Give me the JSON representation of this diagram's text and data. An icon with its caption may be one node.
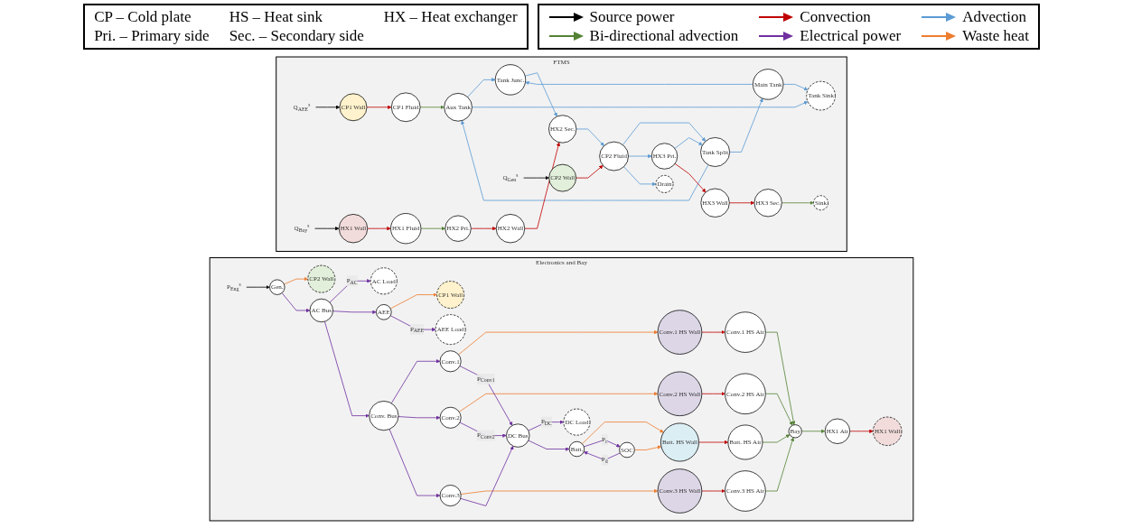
{
  "diagram": {
    "nodes": [
      {
        "text": [
          "Electronics and Bay"
        ]
      },
      {
        "text": [
          "P$_{Eng}$$^{s}$"
        ],
        "in": 0
      },
      {
        "text": [
          "Gen."
        ],
        "in": 0
      },
      {
        "text": [
          "CP2 Wall"
        ],
        "in": 0
      },
      {
        "text": [
          "AC Load"
        ],
        "in": 0
      },
      {
        "text": [
          "AC Bus"
        ],
        "in": 0
      },
      {
        "text": [
          "AEE"
        ],
        "in": 0
      },
      {
        "text": [
          "CP1 Wall"
        ],
        "in": 0
      },
      {
        "text": [
          "Conv. Bus"
        ],
        "in": 0
      },
      {
        "text": [
          "AEE Load"
        ],
        "in": 0
      },
      {
        "text": [
          "Conv.1"
        ],
        "in": 0
      },
      {
        "text": [
          "Conv.1 HS Wall"
        ],
        "in": 0
      },
      {
        "text": [
          "Conv.1 HS Air"
        ],
        "in": 0
      },
      {
        "text": [
          "Conv.2"
        ],
        "in": 0
      },
      {
        "text": [
          "Conv.2 HS Wall"
        ],
        "in": 0
      },
      {
        "text": [
          "Conv.2 HS Air"
        ],
        "in": 0
      },
      {
        "text": [
          "Bay"
        ],
        "in": 0
      },
      {
        "text": [
          "HX1 Air"
        ],
        "in": 0
      },
      {
        "text": [
          "HX1 Wall"
        ],
        "in": 0
      },
      {
        "text": [
          "Conv.3"
        ],
        "in": 0
      },
      {
        "text": [
          "Conv.3 HS Wall"
        ],
        "in": 0
      },
      {
        "text": [
          "Conv.3 HS Air"
        ],
        "in": 0
      },
      {
        "text": [
          "DC Load"
        ],
        "in": 0
      },
      {
        "text": [
          "DC Bus"
        ],
        "in": 0
      },
      {
        "text": [
          "Batt."
        ],
        "in": 0
      },
      {
        "text": [
          "Batt. HS Wall"
        ],
        "in": 0
      },
      {
        "text": [
          "Batt. HS Air"
        ],
        "in": 0
      },
      {
        "text": [
          "SOC"
        ],
        "in": 0
      },
      {
        "text": [
          "FTMS"
        ]
      },
      {
        "text": [
          "Q$_{AEE}$$^{s}$"
        ],
        "in": 28
      },
      {
        "text": [
          "CP1 Wall"
        ],
        "in": 28
      },
      {
        "text": [
          "CP1 Fluid"
        ],
        "in": 28
      },
      {
        "text": [
          "Aux Tank"
        ],
        "in": 28
      },
      {
        "text": [
          "Tank Sink"
        ],
        "in": 28
      },
      {
        "text": [
          "Tank Junc."
        ],
        "in": 28
      },
      {
        "text": [
          "Main Tank"
        ],
        "in": 28
      },
      {
        "text": [
          "Tank Split"
        ],
        "in": 28
      },
      {
        "text": [
          "HX1 Wall"
        ],
        "in": 28
      },
      {
        "text": [
          "HX1 Fluid"
        ],
        "in": 28
      },
      {
        "text": [
          "HX2 Pri."
        ],
        "in": 28
      },
      {
        "text": [
          "HX2 Wall"
        ],
        "in": 28
      },
      {
        "text": [
          "HX2 Sec."
        ],
        "in": 28
      },
      {
        "text": [
          "Q$_{Bay}$$^{s}$"
        ],
        "in": 28
      },
      {
        "text": [
          "Q$_{Gen}$$^{s}$"
        ],
        "in": 28
      },
      {
        "text": [
          "CP2 Wall"
        ],
        "in": 28
      },
      {
        "text": [
          "CP2 Fluid"
        ],
        "in": 28
      },
      {
        "text": [
          "HX3 Pri."
        ],
        "in": 28
      },
      {
        "text": [
          "HX3 Wall"
        ],
        "in": 28
      },
      {
        "text": [
          "HX3 Sec."
        ],
        "in": 28
      },
      {
        "text": [
          "Drain"
        ],
        "in": 28
      },
      {
        "text": [
          "Sink"
        ],
        "in": 28
      }
    ],
    "edges": [
      {
        "from": 1,
        "to": 2,
        "arrow": "to",
        "color": "#000000"
      },
      {
        "from": 2,
        "to": 3,
        "arrow": "to",
        "color": "#ed7d31"
      },
      {
        "from": 2,
        "to": 5,
        "arrow": "to"
      },
      {
        "from": 5,
        "to": 4,
        "arrow": "to",
        "label": "P$_{AC}$"
      },
      {
        "from": 5,
        "to": 6,
        "arrow": "to"
      },
      {
        "from": 6,
        "to": 7,
        "arrow": "to",
        "color": "#ed7d31"
      },
      {
        "from": 6,
        "to": 9,
        "arrow": "to",
        "label": "P$_{AEE}$"
      },
      {
        "from": 5,
        "to": 8,
        "arrow": "to"
      },
      {
        "from": 8,
        "to": 10,
        "arrow": "to"
      },
      {
        "from": 8,
        "to": 13,
        "arrow": "to"
      },
      {
        "from": 8,
        "to": 19,
        "arrow": "to"
      },
      {
        "from": 10,
        "to": 11,
        "arrow": "to",
        "color": "#ed7d31"
      },
      {
        "from": 11,
        "to": 12,
        "arrow": "to",
        "color": "#c00000"
      },
      {
        "from": 12,
        "to": 16,
        "arrow": "to",
        "color": "#548235"
      },
      {
        "from": 13,
        "to": 14,
        "arrow": "to",
        "color": "#ed7d31"
      },
      {
        "from": 14,
        "to": 15,
        "arrow": "to",
        "color": "#c00000"
      },
      {
        "from": 15,
        "to": 16,
        "arrow": "to",
        "color": "#548235"
      },
      {
        "from": 16,
        "to": 17,
        "arrow": "to",
        "color": "#548235"
      },
      {
        "from": 17,
        "to": 18,
        "arrow": "to",
        "color": "#c00000"
      },
      {
        "from": 13,
        "to": 23,
        "arrow": "to",
        "label": "P$_{Conv2}$"
      },
      {
        "from": 10,
        "to": 23,
        "arrow": "to",
        "label": "P$_{Conv1}$"
      },
      {
        "from": 19,
        "to": 20,
        "arrow": "to",
        "color": "#ed7d31"
      },
      {
        "from": 20,
        "to": 21,
        "arrow": "to",
        "color": "#c00000"
      },
      {
        "from": 21,
        "to": 16,
        "arrow": "to",
        "color": "#548235"
      },
      {
        "from": 19,
        "to": 23,
        "arrow": "to"
      },
      {
        "from": 23,
        "to": 22,
        "arrow": "to",
        "label": "P$_{DC}$"
      },
      {
        "from": 23,
        "to": 24,
        "arrow": "to"
      },
      {
        "from": 24,
        "to": 25,
        "arrow": "to",
        "color": "#ed7d31"
      },
      {
        "from": 25,
        "to": 26,
        "arrow": "to",
        "color": "#c00000"
      },
      {
        "from": 26,
        "to": 16,
        "arrow": "to",
        "color": "#548235"
      },
      {
        "from": 27,
        "to": 24,
        "arrow": "to",
        "label": "P$_{d}$"
      },
      {
        "from": 24,
        "to": 27,
        "arrow": "to",
        "label": "P$_{c}$"
      },
      {
        "from": 27,
        "to": 25,
        "arrow": "to",
        "color": "#ed7d31"
      },
      {
        "from": 29,
        "to": 30,
        "arrow": "to",
        "color": "#000000"
      },
      {
        "from": 30,
        "to": 31,
        "arrow": "to",
        "color": "#c00000"
      },
      {
        "from": 31,
        "to": 32,
        "arrow": "to",
        "color": "#548235"
      },
      {
        "from": 32,
        "to": 34,
        "arrow": "to",
        "color": "#5b9bd5"
      },
      {
        "from": 32,
        "to": 33,
        "arrow": "to",
        "color": "#5b9bd5"
      },
      {
        "from": 36,
        "to": 32,
        "arrow": "to",
        "color": "#5b9bd5"
      },
      {
        "from": 35,
        "to": 33,
        "arrow": "to",
        "color": "#5b9bd5"
      },
      {
        "from": 35,
        "to": 34,
        "arrow": "to",
        "color": "#5b9bd5"
      },
      {
        "from": 36,
        "to": 35,
        "arrow": "to",
        "color": "#5b9bd5"
      },
      {
        "from": 34,
        "to": 41,
        "arrow": "to",
        "color": "#5b9bd5"
      },
      {
        "from": 37,
        "to": 38,
        "arrow": "to",
        "color": "#c00000"
      },
      {
        "from": 38,
        "to": 39,
        "arrow": "to",
        "color": "#548235"
      },
      {
        "from": 39,
        "to": 40,
        "arrow": "to",
        "color": "#c00000"
      },
      {
        "from": 40,
        "to": 41,
        "arrow": "to",
        "color": "#c00000"
      },
      {
        "from": 42,
        "to": 37,
        "arrow": "to",
        "color": "#000000"
      },
      {
        "from": 41,
        "to": 45,
        "arrow": "to",
        "color": "#5b9bd5"
      },
      {
        "from": 45,
        "to": 36,
        "arrow": "to",
        "color": "#5b9bd5"
      },
      {
        "from": 46,
        "to": 36,
        "arrow": "to",
        "color": "#5b9bd5"
      },
      {
        "from": 43,
        "to": 44,
        "arrow": "to",
        "color": "#000000"
      },
      {
        "from": 44,
        "to": 45,
        "arrow": "to",
        "color": "#c00000"
      },
      {
        "from": 45,
        "to": 46,
        "arrow": "to",
        "color": "#5b9bd5"
      },
      {
        "from": 46,
        "to": 47,
        "arrow": "to",
        "color": "#c00000"
      },
      {
        "from": 47,
        "to": 48,
        "arrow": "to",
        "color": "#c00000"
      },
      {
        "from": 45,
        "to": 49,
        "arrow": "to",
        "color": "#5b9bd5"
      },
      {
        "from": 48,
        "to": 50,
        "arrow": "to",
        "color": "#548235"
      }
    ],
    "labels": [
      "CP – Cold plate",
      "HS – Heat sink",
      "HX – Heat exchanger",
      "Pri. – Primary side",
      "Sec. – Secondary side"
    ],
    "legend": [
      {
        "text": "Source power",
        "color": "#000000"
      },
      {
        "text": "Convection",
        "color": "#c00000"
      },
      {
        "text": "Advection",
        "color": "#5b9bd5"
      },
      {
        "text": "Bi-directional advection",
        "color": "#548235"
      },
      {
        "text": "Electrical power",
        "color": "#7030a0"
      },
      {
        "text": "Waste heat",
        "color": "#ed7d31"
      }
    ]
  }
}
